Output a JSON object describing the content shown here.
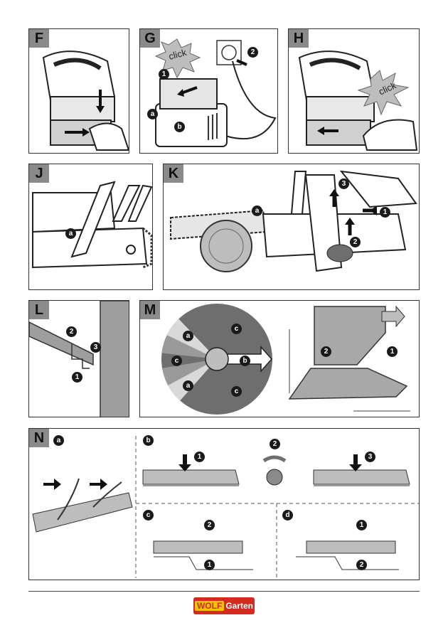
{
  "panels": {
    "F": {
      "label": "F"
    },
    "G": {
      "label": "G",
      "click": "click",
      "markers": [
        "1",
        "2",
        "a",
        "b"
      ]
    },
    "H": {
      "label": "H",
      "click": "click"
    },
    "J": {
      "label": "J",
      "markers": [
        "a"
      ]
    },
    "K": {
      "label": "K",
      "markers": [
        "a",
        "1",
        "2",
        "3"
      ]
    },
    "L": {
      "label": "L",
      "markers": [
        "2",
        "3",
        "1"
      ]
    },
    "M": {
      "label": "M",
      "markers": [
        "a",
        "a",
        "b",
        "c",
        "c",
        "c",
        "2",
        "1"
      ]
    },
    "N": {
      "label": "N",
      "sub": [
        "a",
        "b",
        "c",
        "d"
      ],
      "markers_b": [
        "1",
        "2",
        "3"
      ],
      "markers_c": [
        "2",
        "1"
      ],
      "markers_d": [
        "1",
        "2"
      ]
    }
  },
  "footer": {
    "logo_left": "WOLF",
    "logo_right": "Garten"
  },
  "colors": {
    "label_bg": "#8a8a8a",
    "ink": "#1a1a1a",
    "gray_fill": "#b8b8b8",
    "dark_gray": "#6e6e6e",
    "brand_red": "#d42a1f",
    "brand_yellow": "#f2c400"
  }
}
